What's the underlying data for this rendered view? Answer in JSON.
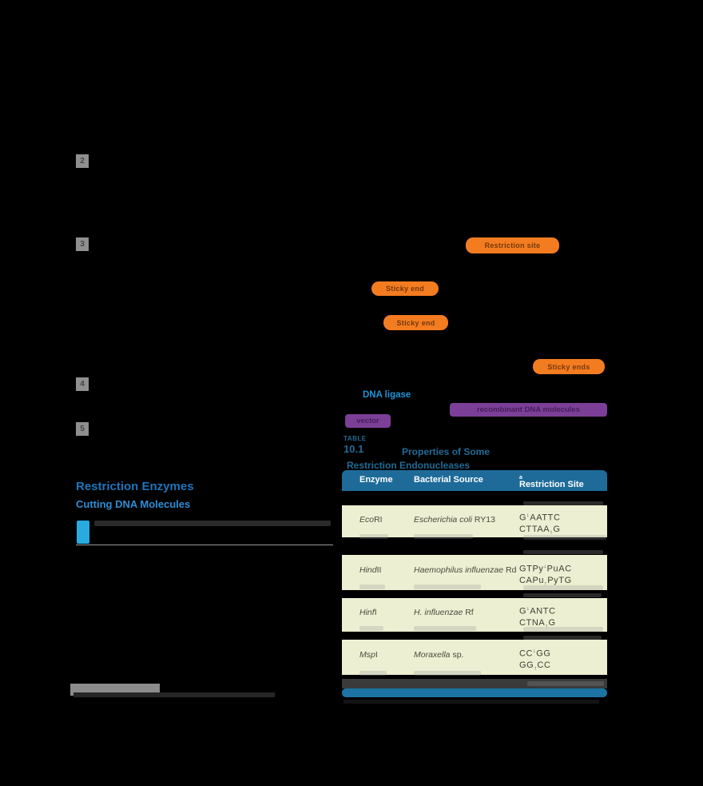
{
  "colors": {
    "background": "#000000",
    "highlight_orange": "#F47C20",
    "highlight_purple": "#7C3F98",
    "heading_blue": "#1C75BC",
    "subheading_blue": "#2E8ED5",
    "cyan_marker": "#29ABE2",
    "table_blue": "#1E6B99",
    "table_bottom_bar_blue": "#1C74A4",
    "table_row_olive": "#EDEFD2",
    "term_blue": "#2093D5",
    "step_square_gray": "#8F8F8F"
  },
  "steps": [
    {
      "number": "2"
    },
    {
      "number": "3"
    },
    {
      "number": "4"
    },
    {
      "number": "5"
    }
  ],
  "figure": {
    "labels": {
      "orange_1": "Restriction site",
      "orange_2": "Sticky end",
      "orange_3": "Sticky end",
      "orange_4": "Sticky ends",
      "blue_term": "DNA ligase",
      "purple_bar": "recombinant DNA molecules",
      "purple_pill": "vector"
    }
  },
  "left_column": {
    "heading": "Restriction Enzymes",
    "subheading": "Cutting DNA Molecules"
  },
  "table": {
    "label_word": "TABLE",
    "label_number": "10.1",
    "title_line1": "Properties of Some",
    "title_line2": "Restriction Endonucleases",
    "col_enzyme": "Enzyme",
    "col_source": "Bacterial Source",
    "col_site": "Restriction Site",
    "col_site_sup": "a",
    "cut_down": "↓",
    "cut_up": "↑",
    "rows": [
      {
        "enzyme_i": "Eco",
        "enzyme_r": "RI",
        "source_i": "Escherichia coli",
        "source_r": " RY13",
        "top_pre": "G",
        "top_post": "AATTC",
        "bot_pre": "CTTAA",
        "bot_post": "G"
      },
      {
        "enzyme_i": "Hind",
        "enzyme_r": "II",
        "source_i": "Haemophilus influenzae",
        "source_r": " Rd",
        "top_pre": "GTPy",
        "top_post": "PuAC",
        "bot_pre": "CAPu",
        "bot_post": "PyTG"
      },
      {
        "enzyme_i": "Hinf",
        "enzyme_r": "I",
        "source_i": "H. influenzae",
        "source_r": " Rf",
        "top_pre": "G",
        "top_post": "ANTC",
        "bot_pre": "CTNA",
        "bot_post": "G"
      },
      {
        "enzyme_i": "Msp",
        "enzyme_r": "I",
        "source_i": "Moraxella",
        "source_r": " sp.",
        "top_pre": "CC",
        "top_post": "GG",
        "bot_pre": "GG",
        "bot_post": "CC"
      }
    ]
  }
}
